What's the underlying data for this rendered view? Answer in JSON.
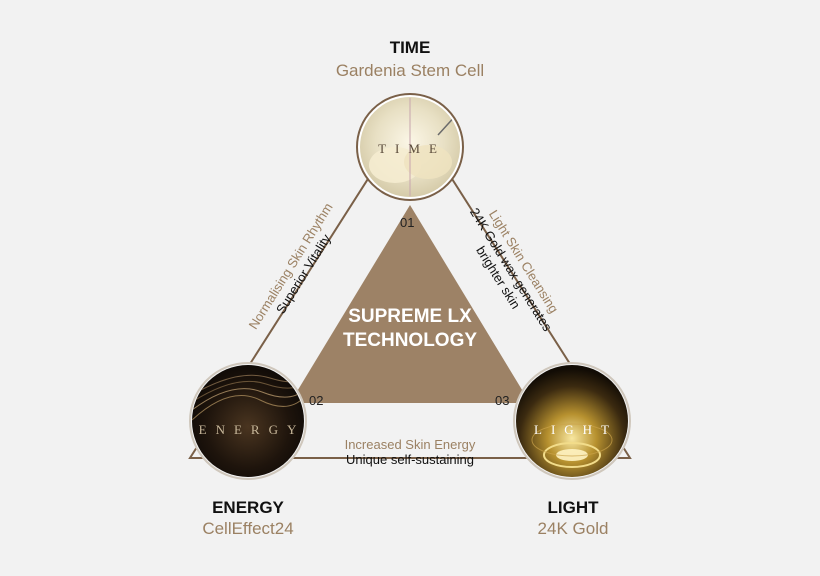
{
  "center": {
    "line1": "SUPREME LX",
    "line2": "TECHNOLOGY"
  },
  "nodes": {
    "time": {
      "heading": "TIME",
      "subheading": "Gardenia Stem Cell",
      "word": "TIME",
      "number": "01"
    },
    "energy": {
      "heading": "ENERGY",
      "subheading": "CellEffect24",
      "word": "ENERGY",
      "number": "02"
    },
    "light": {
      "heading": "LIGHT",
      "subheading": "24K Gold",
      "word": "LIGHT",
      "number": "03"
    }
  },
  "edges": {
    "left": {
      "line1": "Normalising Skin Rhythm",
      "line2": "Superior Vitality"
    },
    "right": {
      "line1": "Light Skin Cleansing",
      "line2": "24K Gold wax generates",
      "line3": "brighter skin"
    },
    "bottom": {
      "line1": "Increased Skin Energy",
      "line2": "Unique self-sustaining"
    }
  },
  "colors": {
    "accent": "#9b8163",
    "triangle_fill": "#9d8266",
    "outline": "#7a6048",
    "background": "#f2f2f2"
  }
}
